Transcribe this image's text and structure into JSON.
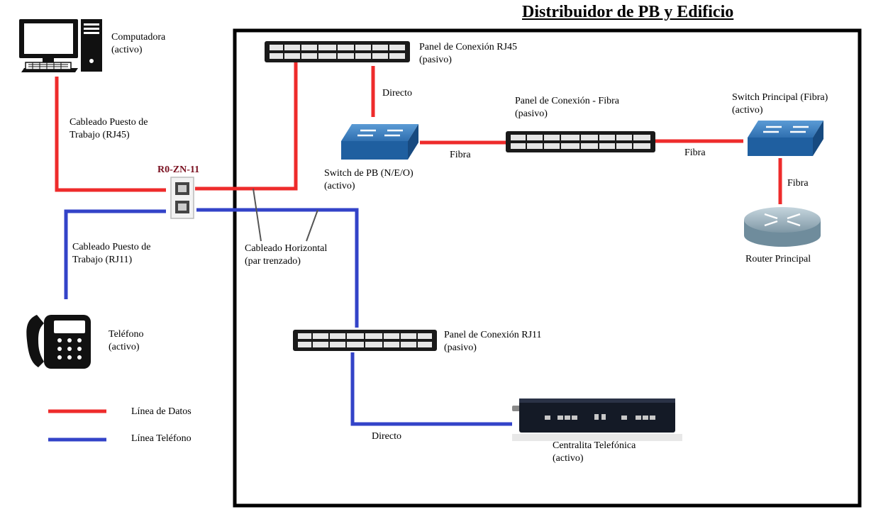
{
  "title": "Distribuidor de PB y Edificio",
  "colors": {
    "data_line": "#ee2b2b",
    "phone_line": "#3343c8",
    "frame": "#000000",
    "socket_label": "#7a1020"
  },
  "devices": {
    "computer": {
      "name": "Computadora",
      "state": "(activo)"
    },
    "phone": {
      "name": "Teléfono",
      "state": "(activo)"
    },
    "patch_rj45": {
      "name": "Panel de Conexión RJ45",
      "state": "(pasivo)"
    },
    "switch_pb": {
      "name": "Switch de PB (N/E/O)",
      "state": "(activo)"
    },
    "patch_fibra": {
      "name": "Panel de Conexión - Fibra",
      "state": "(pasivo)"
    },
    "switch_principal": {
      "name": "Switch Principal (Fibra)",
      "state": "(activo)"
    },
    "router": {
      "name": "Router Principal"
    },
    "patch_rj11": {
      "name": "Panel de Conexión RJ11",
      "state": "(pasivo)"
    },
    "pbx": {
      "name": "Centralita Telefónica",
      "state": "(activo)"
    }
  },
  "socket": {
    "id": "R0-ZN-11"
  },
  "links": {
    "workstation_rj45": "Cableado Puesto de\nTrabajo (RJ45)",
    "workstation_rj11": "Cableado Puesto de\nTrabajo (RJ11)",
    "horizontal": "Cableado Horizontal\n(par trenzado)",
    "directo_1": "Directo",
    "fibra_1": "Fibra",
    "fibra_2": "Fibra",
    "fibra_3": "Fibra",
    "directo_2": "Directo"
  },
  "legend": {
    "data": "Línea de Datos",
    "phone": "Línea Teléfono"
  }
}
